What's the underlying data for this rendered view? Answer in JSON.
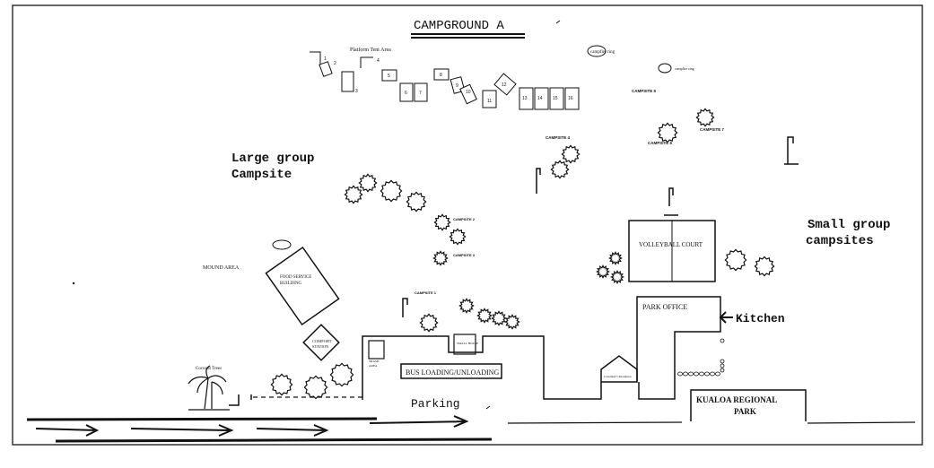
{
  "title": "CAMPGROUND A",
  "labels": {
    "platform_tent_area": "Platform Tent Area",
    "large_group": "Large group",
    "campsite": "Campsite",
    "small_group": "Small group",
    "campsites": "campsites",
    "mound_area": "MOUND AREA",
    "food_service_1": "FOOD SERVICE",
    "food_service_2": "BUILDING",
    "comfort_1": "COMFORT",
    "comfort_2": "STATION",
    "trash_1": "TRASH",
    "trash_2": "AREA",
    "coconut_trees": "Coconut Trees",
    "bus_loading": "BUS LOADING/UNLOADING",
    "parking": "Parking",
    "volleyball": "VOLLEYBALL COURT",
    "park_office": "PARK OFFICE",
    "kitchen": "Kitchen",
    "kualoa_1": "KUALOA REGIONAL",
    "kualoa_2": "PARK",
    "campfire_ring": "campfire ring",
    "campsite_1": "CAMPSITE 1",
    "campsite_2": "CAMPSITE 2",
    "campsite_3": "CAMPSITE 3",
    "campsite_4": "CAMPSITE 4",
    "campsite_5": "CAMPSITE 5",
    "campsite_6": "CAMPSITE 6",
    "campsite_7": "CAMPSITE 7",
    "caretaker": "Caretaker's Residence",
    "small_bldg": "SMALL HOUSE"
  },
  "tents": [
    "1",
    "2",
    "3",
    "4",
    "5",
    "6",
    "7",
    "8",
    "9",
    "10",
    "11",
    "12",
    "13",
    "14",
    "15",
    "16"
  ],
  "colors": {
    "ink": "#111111",
    "paper": "#ffffff",
    "border": "#333333"
  }
}
